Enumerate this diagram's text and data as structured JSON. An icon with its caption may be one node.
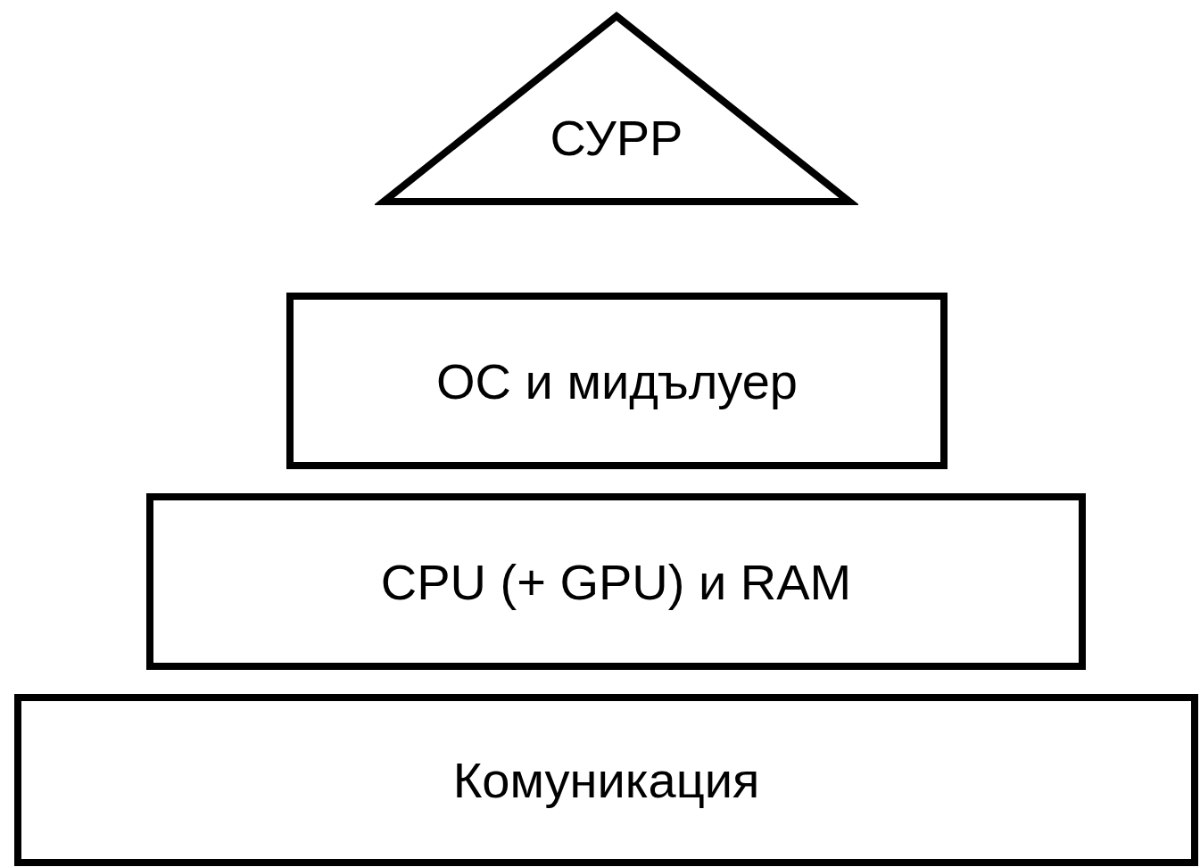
{
  "diagram": {
    "nodes": [
      {
        "text": [
          "СУРР"
        ]
      },
      {
        "text": [
          "ОС и мидълуер"
        ]
      },
      {
        "text": [
          "CPU (+ GPU) и RAM"
        ]
      },
      {
        "text": [
          "Комуникация"
        ]
      }
    ]
  }
}
